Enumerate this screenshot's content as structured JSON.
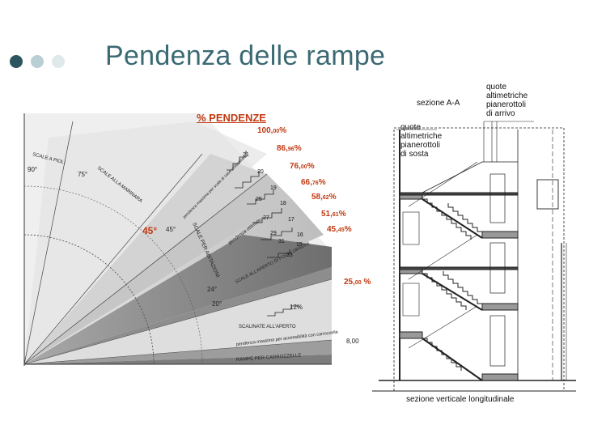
{
  "slide": {
    "title": "Pendenza delle rampe",
    "bullet_colors": [
      "#2d5560",
      "#b9cfd4",
      "#dfe8ea"
    ]
  },
  "fan": {
    "heading": "% PENDENZE",
    "angle_label": "45°",
    "percents": [
      {
        "int": "100,",
        "dec": "00",
        "unit": "%"
      },
      {
        "int": "86,",
        "dec": "96",
        "unit": "%"
      },
      {
        "int": "76,",
        "dec": "00",
        "unit": "%"
      },
      {
        "int": "66,",
        "dec": "76",
        "unit": "%"
      },
      {
        "int": "58,",
        "dec": "62",
        "unit": "%"
      },
      {
        "int": "51,",
        "dec": "61",
        "unit": "%"
      },
      {
        "int": "45,",
        "dec": "45",
        "unit": "%"
      },
      {
        "int": "25,",
        "dec": "00",
        "unit": " %"
      }
    ],
    "band_labels": {
      "scale_a_pioli": "SCALE A PIOLI",
      "scale_alla_marinara": "SCALE ALLA MARINARA",
      "pendenza_massima": "pendenza massima per scale di case unifamiliari",
      "pendenza_ottimale": "pendenza ottimale",
      "scale_per_abitazioni": "SCALE PER ABITAZIONI",
      "scale_aperto": "SCALE ALL'APERTO DI POCHI GRADINI",
      "scalinate": "SCALINATE ALL'APERTO",
      "accessibilita": "pendenza massima per accessibilità con carrozzelle",
      "rampe": "RAMPE PER CARROZZELLE"
    },
    "angles": [
      "90°",
      "75°",
      "45°",
      "24°",
      "20°"
    ],
    "small_values": [
      "12%",
      "8,00"
    ],
    "step_numbers": [
      "21",
      "20",
      "19",
      "25",
      "18",
      "27",
      "17",
      "29",
      "16",
      "31",
      "15",
      "33"
    ]
  },
  "section": {
    "label_sezione": "sezione A-A",
    "label_arrivo": [
      "quote",
      "altimetriche",
      "pianerottoli",
      "di arrivo"
    ],
    "label_sosta": [
      "quote",
      "altimetriche",
      "pianerottoli",
      "di sosta"
    ],
    "caption": "sezione verticale longitudinale"
  }
}
